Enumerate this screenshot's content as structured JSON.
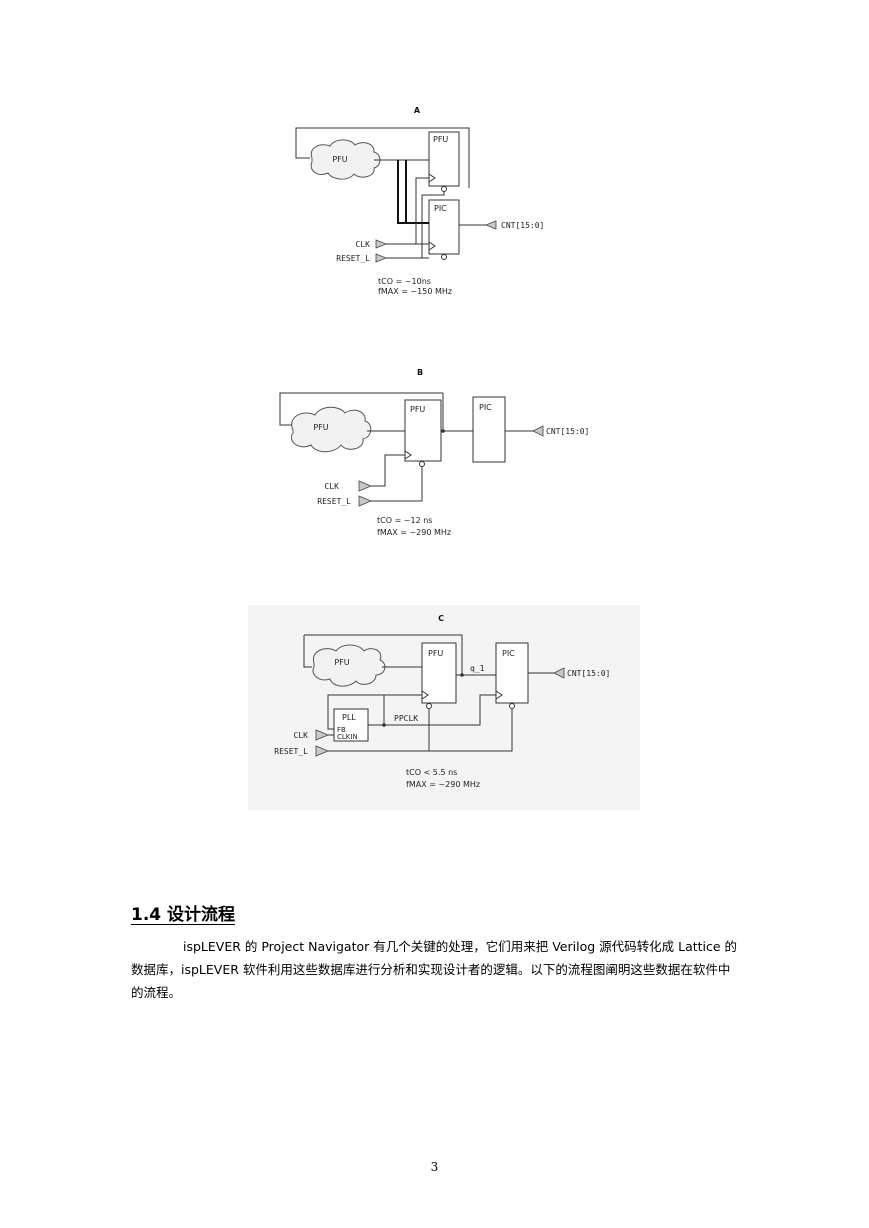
{
  "diagrams": [
    {
      "title": "A",
      "blocks": {
        "cloud": "PFU",
        "reg1": "PFU",
        "reg2": "PIC"
      },
      "inputs": [
        "CLK",
        "RESET_L"
      ],
      "output": "CNT[15:0]",
      "timing": {
        "tco": "tCO = ~10ns",
        "fmax": "fMAX = ~150 MHz"
      }
    },
    {
      "title": "B",
      "blocks": {
        "cloud": "PFU",
        "reg1": "PFU",
        "reg2": "PIC"
      },
      "inputs": [
        "CLK",
        "RESET_L"
      ],
      "output": "CNT[15:0]",
      "timing": {
        "tco": "tCO = ~12 ns",
        "fmax": "fMAX = ~290 MHz"
      }
    },
    {
      "title": "C",
      "blocks": {
        "cloud": "PFU",
        "reg1": "PFU",
        "reg2": "PIC",
        "pll": "PLL",
        "pll_fb": "FB",
        "pll_clkin": "CLKIN"
      },
      "signals": {
        "q": "q_1",
        "ppclk": "PPCLK"
      },
      "inputs": [
        "CLK",
        "RESET_L"
      ],
      "output": "CNT[15:0]",
      "timing": {
        "tco": "tCO < 5.5 ns",
        "fmax": "fMAX = ~290 MHz"
      }
    }
  ],
  "section": {
    "heading": "1.4 设计流程",
    "paragraph": "ispLEVER 的 Project Navigator 有几个关键的处理，它们用来把 Verilog 源代码转化成 Lattice 的数据库，ispLEVER 软件利用这些数据库进行分析和实现设计者的逻辑。以下的流程图阐明这些数据在软件中的流程。"
  },
  "page_number": "3"
}
